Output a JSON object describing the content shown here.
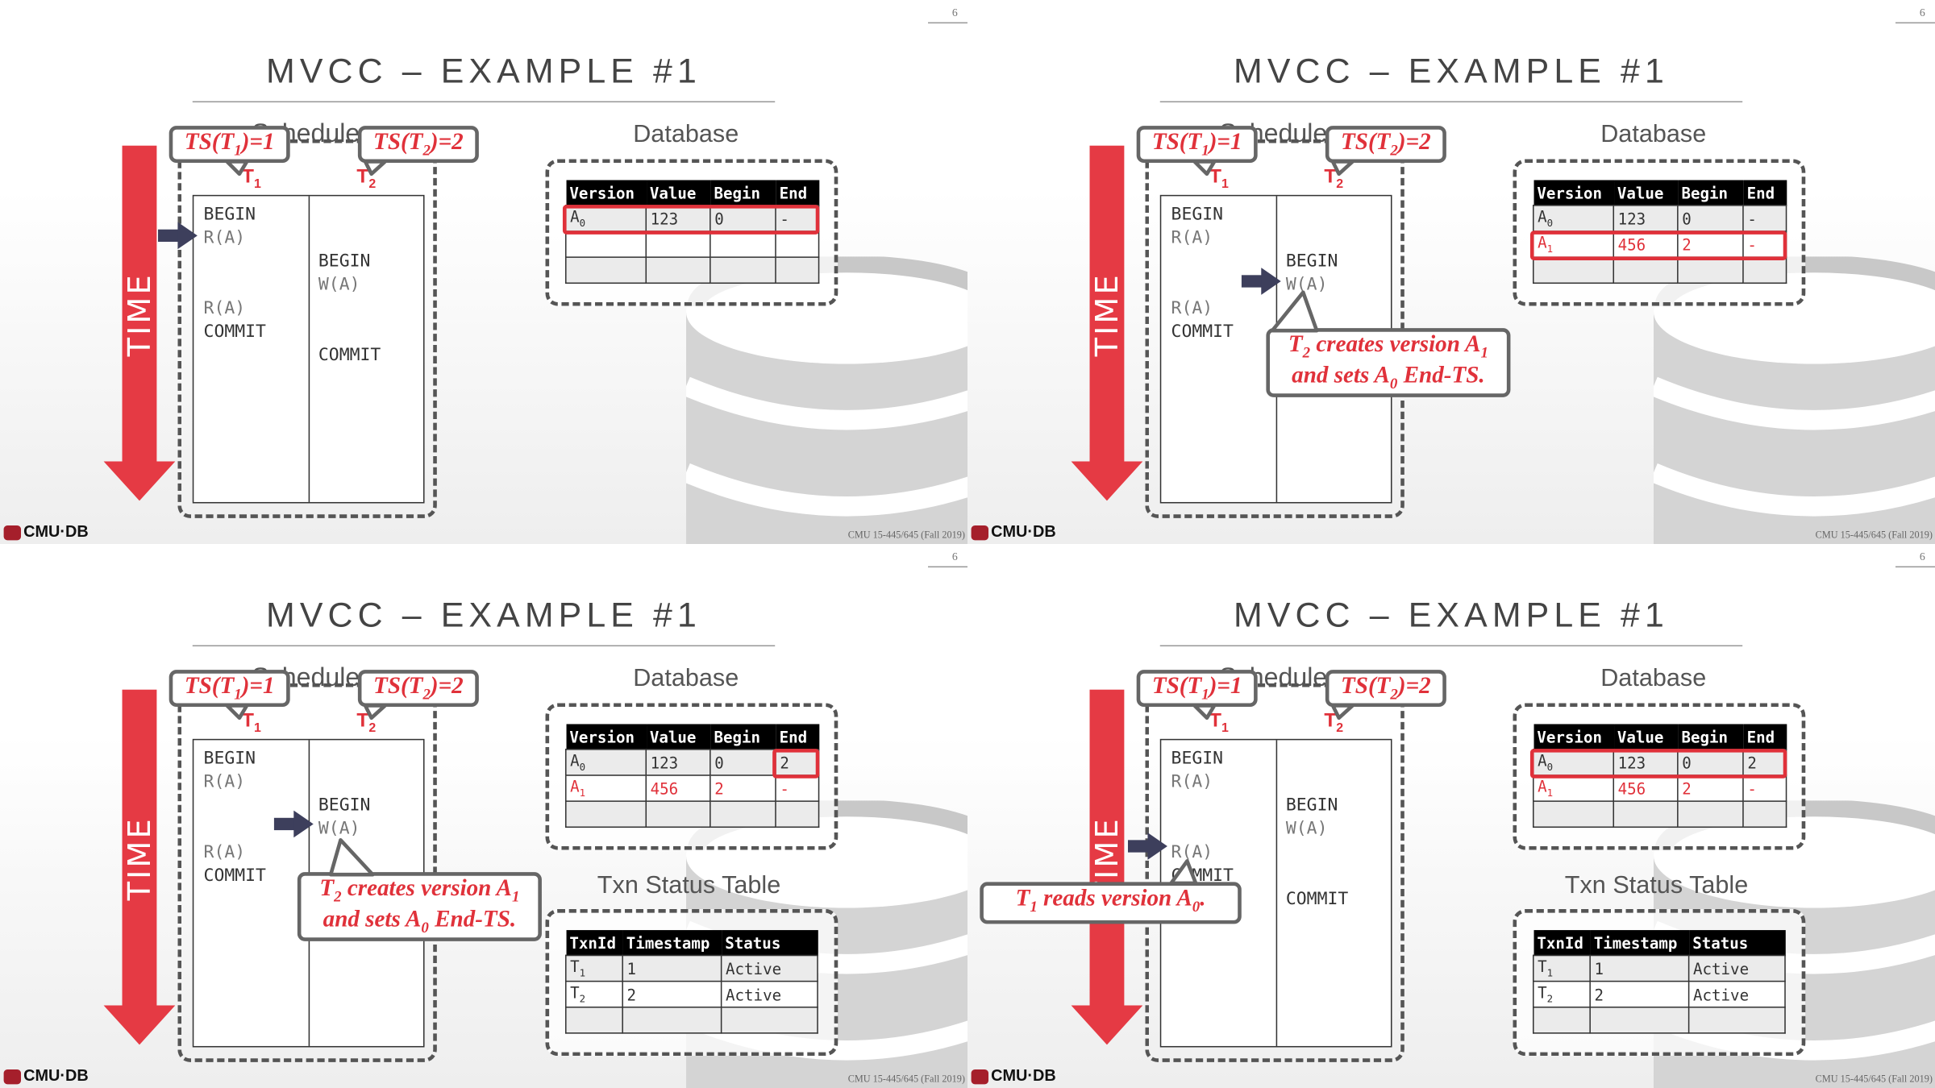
{
  "slides": [
    {
      "page_number": "6",
      "title": "MVCC – EXAMPLE #1",
      "schedule_label": "Schedule",
      "time_label": "TIME",
      "t1_header": "T",
      "t2_header": "T",
      "ts_bubble_1": "TS(T",
      "ts_bubble_2": "TS(T",
      "t1_ops": "BEGIN\nR(A)\n\n\nR(A)\nCOMMIT",
      "t2_ops": "\n\nBEGIN\nW(A)\n\n\nCOMMIT",
      "database_label": "Database",
      "version_table": {
        "headers": [
          "Version",
          "Value",
          "Begin",
          "End"
        ],
        "rows": [
          [
            "A0",
            "123",
            "0",
            "-"
          ],
          [
            "",
            "",
            "",
            ""
          ],
          [
            "",
            "",
            "",
            ""
          ]
        ]
      },
      "footer": "CMU 15-445/645 (Fall 2019)",
      "logo": "CMU·DB"
    },
    {
      "page_number": "6",
      "title": "MVCC – EXAMPLE #1",
      "database_label": "Database",
      "callout": "T2 creates version A1 and sets A0 End-TS.",
      "version_table": {
        "headers": [
          "Version",
          "Value",
          "Begin",
          "End"
        ],
        "rows": [
          [
            "A0",
            "123",
            "0",
            "-"
          ],
          [
            "A1",
            "456",
            "2",
            "-"
          ],
          [
            "",
            "",
            "",
            ""
          ]
        ]
      },
      "footer": "CMU 15-445/645 (Fall 2019)",
      "logo": "CMU·DB"
    },
    {
      "page_number": "6",
      "title": "MVCC – EXAMPLE #1",
      "database_label": "Database",
      "txn_label": "Txn Status Table",
      "callout": "T2 creates version A1 and sets A0 End-TS.",
      "version_table": {
        "headers": [
          "Version",
          "Value",
          "Begin",
          "End"
        ],
        "rows": [
          [
            "A0",
            "123",
            "0",
            "2"
          ],
          [
            "A1",
            "456",
            "2",
            "-"
          ],
          [
            "",
            "",
            "",
            ""
          ]
        ]
      },
      "txn_table": {
        "headers": [
          "TxnId",
          "Timestamp",
          "Status"
        ],
        "rows": [
          [
            "T1",
            "1",
            "Active"
          ],
          [
            "T2",
            "2",
            "Active"
          ],
          [
            "",
            "",
            ""
          ]
        ]
      },
      "footer": "CMU 15-445/645 (Fall 2019)",
      "logo": "CMU·DB"
    },
    {
      "page_number": "6",
      "title": "MVCC – EXAMPLE #1",
      "database_label": "Database",
      "txn_label": "Txn Status Table",
      "callout": "T1 reads version A0.",
      "version_table": {
        "headers": [
          "Version",
          "Value",
          "Begin",
          "End"
        ],
        "rows": [
          [
            "A0",
            "123",
            "0",
            "2"
          ],
          [
            "A1",
            "456",
            "2",
            "-"
          ],
          [
            "",
            "",
            "",
            ""
          ]
        ]
      },
      "txn_table": {
        "headers": [
          "TxnId",
          "Timestamp",
          "Status"
        ],
        "rows": [
          [
            "T1",
            "1",
            "Active"
          ],
          [
            "T2",
            "2",
            "Active"
          ],
          [
            "",
            "",
            ""
          ]
        ]
      },
      "footer": "CMU 15-445/645 (Fall 2019)",
      "logo": "CMU·DB"
    }
  ],
  "colors": {
    "accent": "#e0313a",
    "arrow": "#3d3f5c",
    "dash": "#555555"
  }
}
